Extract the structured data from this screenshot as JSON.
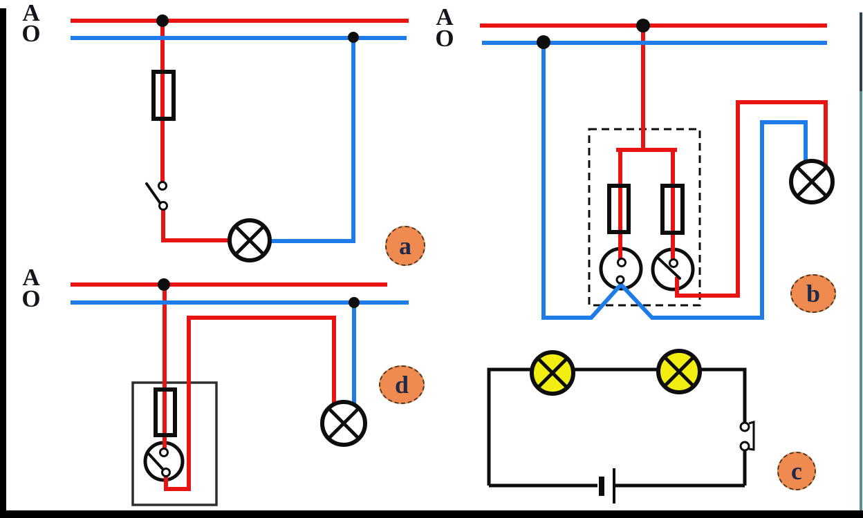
{
  "colors": {
    "phase": "#e81414",
    "neutral": "#1e7ce8",
    "stroke": "#0d0d0d",
    "lampYellow": "#f2ee12",
    "badgeFill": "#ef8a50",
    "badgeEdge": "#50381f",
    "badgeText": "#1e2a4a",
    "labelText": "#14141e",
    "edgeStripTeal": "#579090",
    "edgeStripDark": "#2b3f4c"
  },
  "labels": {
    "circuit_a": {
      "phase": "A",
      "neutral": "O",
      "badge": "a"
    },
    "circuit_b": {
      "phase": "A",
      "neutral": "O",
      "badge": "b"
    },
    "circuit_c": {
      "badge": "c"
    },
    "circuit_d": {
      "phase": "A",
      "neutral": "O",
      "badge": "d"
    }
  }
}
